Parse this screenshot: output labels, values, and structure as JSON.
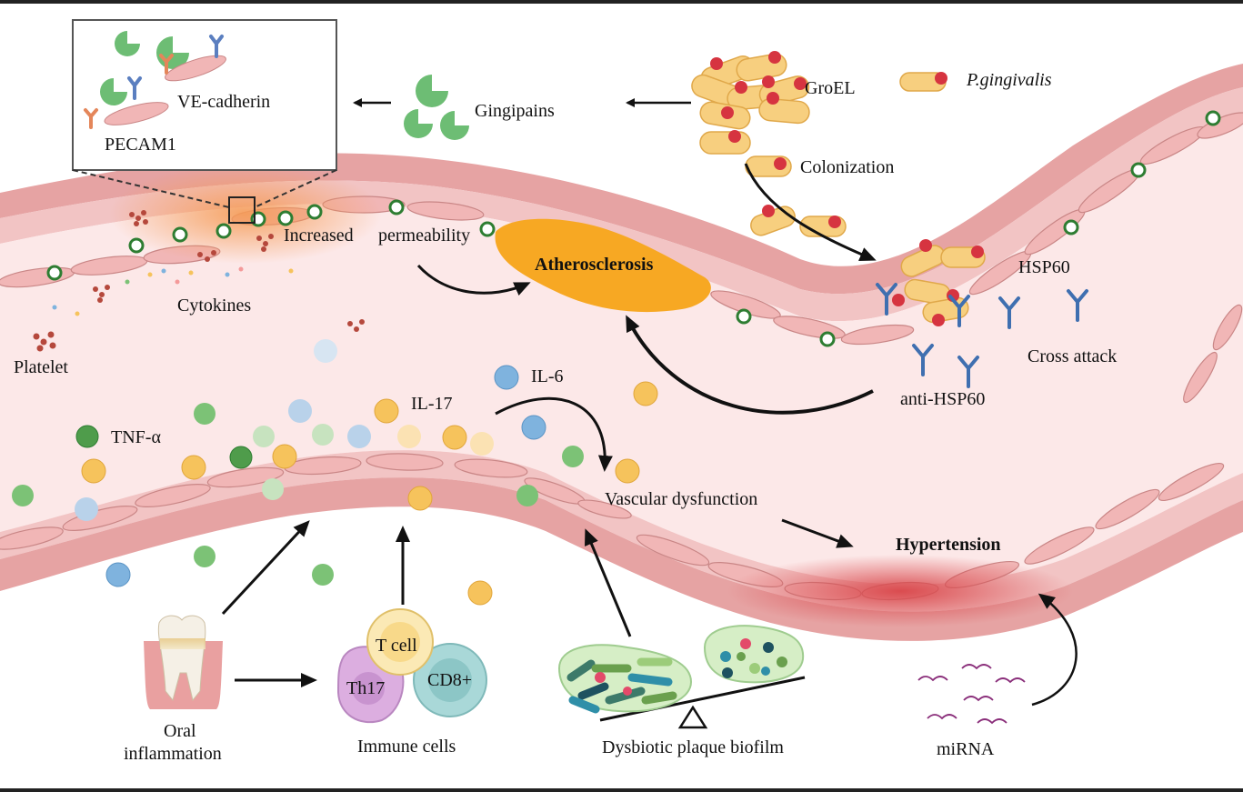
{
  "labels": {
    "gingipains": "Gingipains",
    "groel": "GroEL",
    "pgingivalis": "P.gingivalis",
    "colonization": "Colonization",
    "ve_cadherin": "VE-cadherin",
    "pecam1": "PECAM1",
    "increased": "Increased",
    "permeability": "permeability",
    "atherosclerosis": "Atherosclerosis",
    "hsp60": "HSP60",
    "cytokines": "Cytokines",
    "platelet": "Platelet",
    "cross_attack": "Cross attack",
    "anti_hsp60": "anti-HSP60",
    "il6": "IL-6",
    "il17": "IL-17",
    "tnfa": "TNF-α",
    "vascular_dysfunction": "Vascular dysfunction",
    "hypertension": "Hypertension",
    "t_cell": "T cell",
    "th17": "Th17",
    "cd8": "CD8+",
    "oral": "Oral",
    "inflammation": "inflammation",
    "immune_cells": "Immune cells",
    "dysbiotic": "Dysbiotic plaque biofilm",
    "mirna": "miRNA"
  },
  "colors": {
    "vessel_outer": "#e6a3a3",
    "vessel_wall": "#f2c4c4",
    "lumen": "#fce8e8",
    "endothelial": "#f1b6b6",
    "atherosclerosis": "#f7a823",
    "hypertension_glow": "#d9464a",
    "bacteria_body": "#f7cf7f",
    "bacteria_head": "#d63440",
    "gingipain": "#6dbd74",
    "antibody": "#3f6fb0",
    "il6": "#7fb3de",
    "il17": "#f6c35c",
    "tnf": "#7cc276"
  }
}
